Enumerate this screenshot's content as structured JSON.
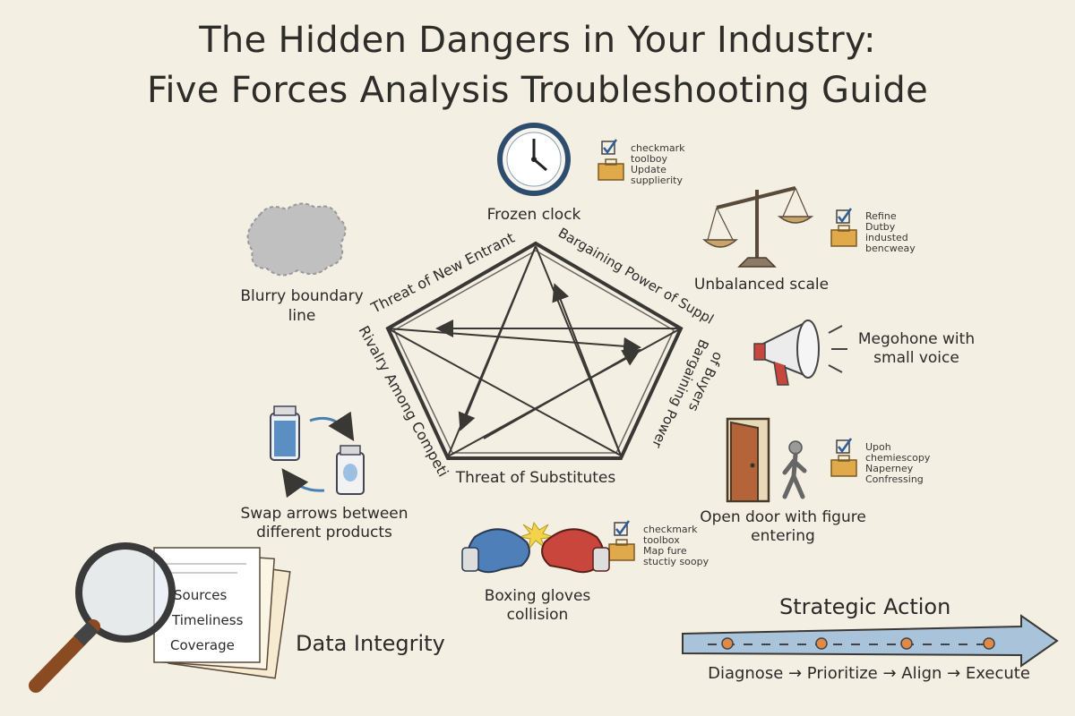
{
  "title": {
    "line1": "The Hidden Dangers in Your Industry:",
    "line2": "Five Forces Analysis Troubleshooting Guide"
  },
  "forces": {
    "new_entrants": "Threat of New Entrants",
    "suppliers": "Bargaining Power of Suppliers",
    "buyers_line1": "Bargaining Power",
    "buyers_line2": "of Buyers",
    "substitutes": "Threat of Substitutes",
    "rivalry": "Rivalry Among Competitors"
  },
  "icons": {
    "clock": "Frozen clock",
    "scale": "Unbalanced scale",
    "megaphone_line1": "Megohone with",
    "megaphone_line2": "small voice",
    "door_line1": "Open door with figure",
    "door_line2": "entering",
    "gloves_line1": "Boxing gloves",
    "gloves_line2": "collision",
    "swap_line1": "Swap arrows between",
    "swap_line2": "different products",
    "cloud": "Blurry boundary line"
  },
  "checklists": {
    "clock": [
      "checkmark",
      "toolboy",
      "Update",
      "supplierity"
    ],
    "scale": [
      "Refine",
      "Dutby",
      "industed",
      "bencweay"
    ],
    "door": [
      "Upoh",
      "chemiescopy",
      "Naperney",
      "Confressing"
    ],
    "gloves": [
      "checkmark",
      "toolbox",
      "Map fure",
      "stuctiy soopy"
    ]
  },
  "data_integrity": {
    "title": "Data Integrity",
    "items": [
      "Sources",
      "Timeliness",
      "Coverage"
    ]
  },
  "strategic_action": {
    "title": "Strategic Action",
    "steps": "Diagnose → Prioritize → Align → Execute"
  },
  "colors": {
    "background": "#f3efe2",
    "ink": "#2b2a28",
    "arrow_blue": "#a9c3db",
    "dot_orange": "#e08a4a",
    "glove_blue": "#4f7fb8",
    "glove_red": "#c8463c",
    "toolbox": "#e0a94a",
    "door": "#b5643a"
  }
}
